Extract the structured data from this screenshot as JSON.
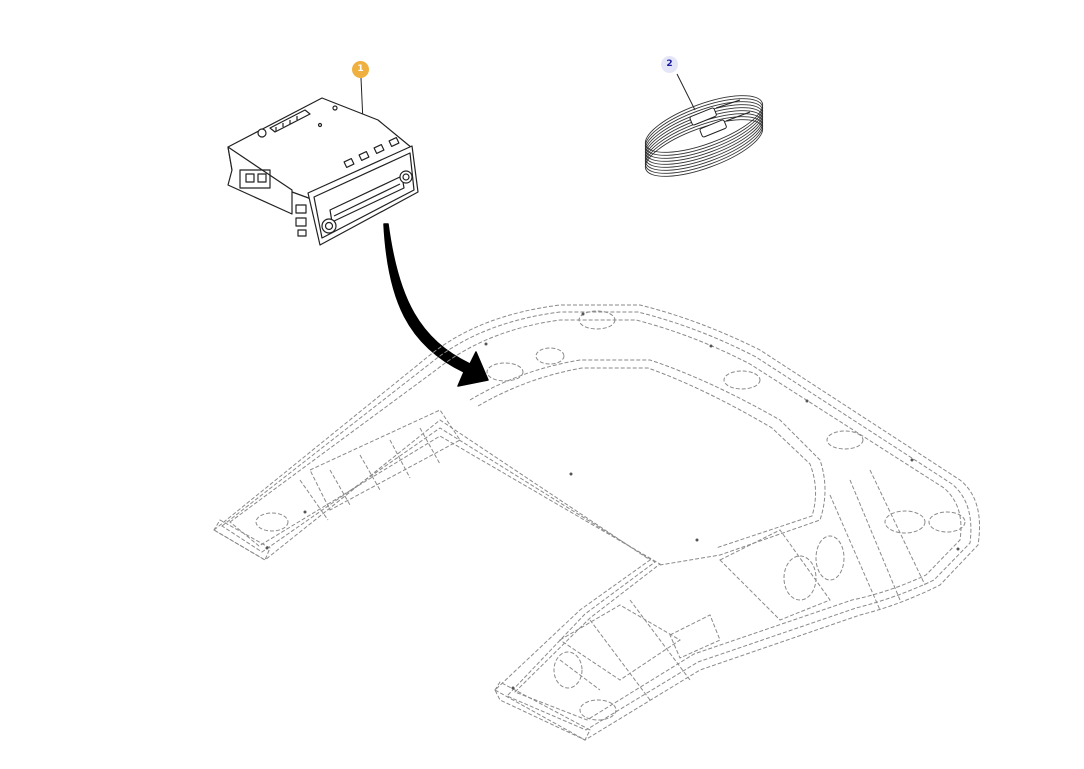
{
  "callouts": [
    {
      "label": "1",
      "bg": "#f0b040",
      "fg": "#ffffff"
    },
    {
      "label": "2",
      "bg": "#e4e6f8",
      "fg": "#1a1aa0"
    }
  ],
  "colors": {
    "line": "#222222",
    "dashed": "#8a8a8a",
    "arrow": "#000000"
  },
  "parts": [
    {
      "callout": "1",
      "icon": "radio-unit-icon"
    },
    {
      "callout": "2",
      "icon": "cable-coil-icon"
    }
  ]
}
